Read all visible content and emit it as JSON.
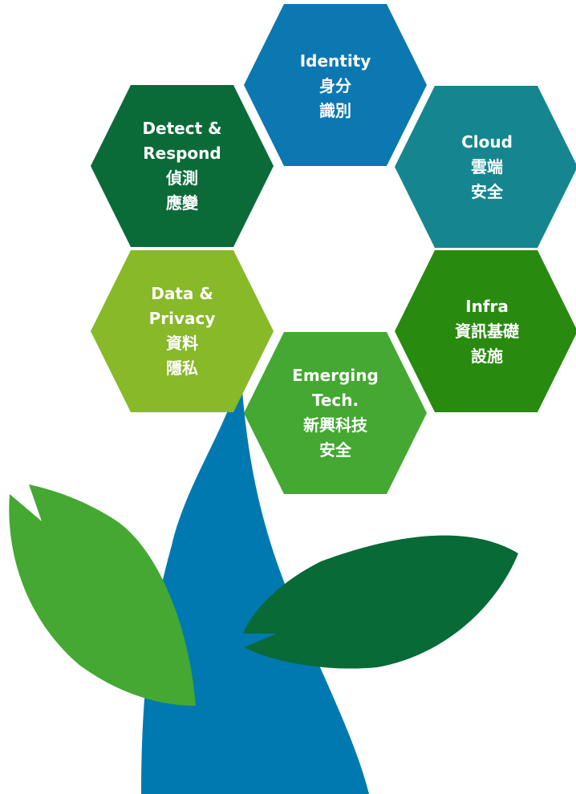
{
  "diagram": {
    "colors": {
      "stem": "#0079b1",
      "leaf_left": "#44a832",
      "leaf_right": "#076a37",
      "background": "#ffffff"
    },
    "hexagons": [
      {
        "id": "identity",
        "color": "#0c78b1",
        "lines": [
          "Identity",
          "身分",
          "識別"
        ]
      },
      {
        "id": "cloud",
        "color": "#15868f",
        "lines": [
          "Cloud",
          "雲端",
          "安全"
        ]
      },
      {
        "id": "detect-respond",
        "color": "#0a6b39",
        "lines": [
          "Detect &",
          "Respond",
          "偵測",
          "應變"
        ]
      },
      {
        "id": "data-privacy",
        "color": "#87b928",
        "lines": [
          "Data &",
          "Privacy",
          "資料",
          "隱私"
        ]
      },
      {
        "id": "infra",
        "color": "#298a10",
        "lines": [
          "Infra",
          "資訊基礎",
          "設施"
        ]
      },
      {
        "id": "emerging-tech",
        "color": "#44a832",
        "lines": [
          "Emerging",
          "Tech.",
          "新興科技",
          "安全"
        ]
      }
    ]
  }
}
